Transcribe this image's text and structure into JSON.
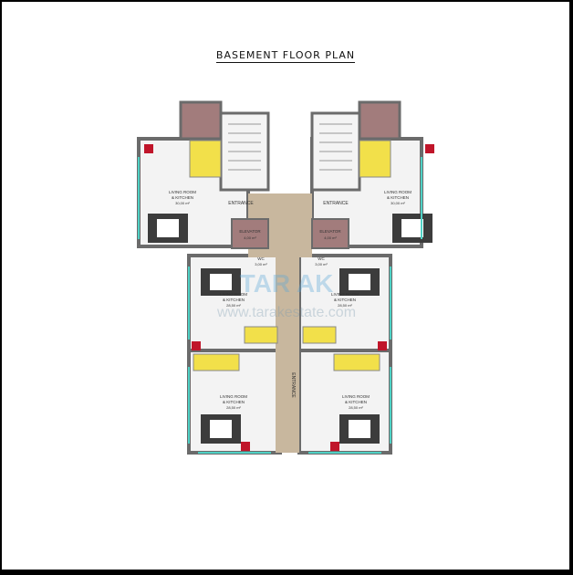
{
  "title": "BASEMENT FLOOR PLAN",
  "labels": {
    "entrance": "ENTRANCE",
    "elevator": "ELEVATOR",
    "elevator_area": "4,00 m²",
    "wc": "WC",
    "wc_area_left": "3,00 m²",
    "wc_area_right": "3,00 m²",
    "living_room": "LIVING ROOM",
    "kitchen": "& KITCHEN",
    "area_top_left": "30,00 m²",
    "area_top_right": "30,00 m²",
    "area_mid_left": "28,50 m²",
    "area_mid_right": "28,50 m²",
    "area_bot_left": "28,50 m²",
    "area_bot_right": "28,50 m²"
  },
  "watermark": {
    "brand": "TAR AK",
    "url": "www.tarakestate.com"
  },
  "colors": {
    "wall": "#6b6b6b",
    "floor": "#f3f3f3",
    "corridor": "#c8b79e",
    "stairs": "#f2e04a",
    "elevator": "#a27c7c",
    "glass": "#4fd1c5"
  }
}
